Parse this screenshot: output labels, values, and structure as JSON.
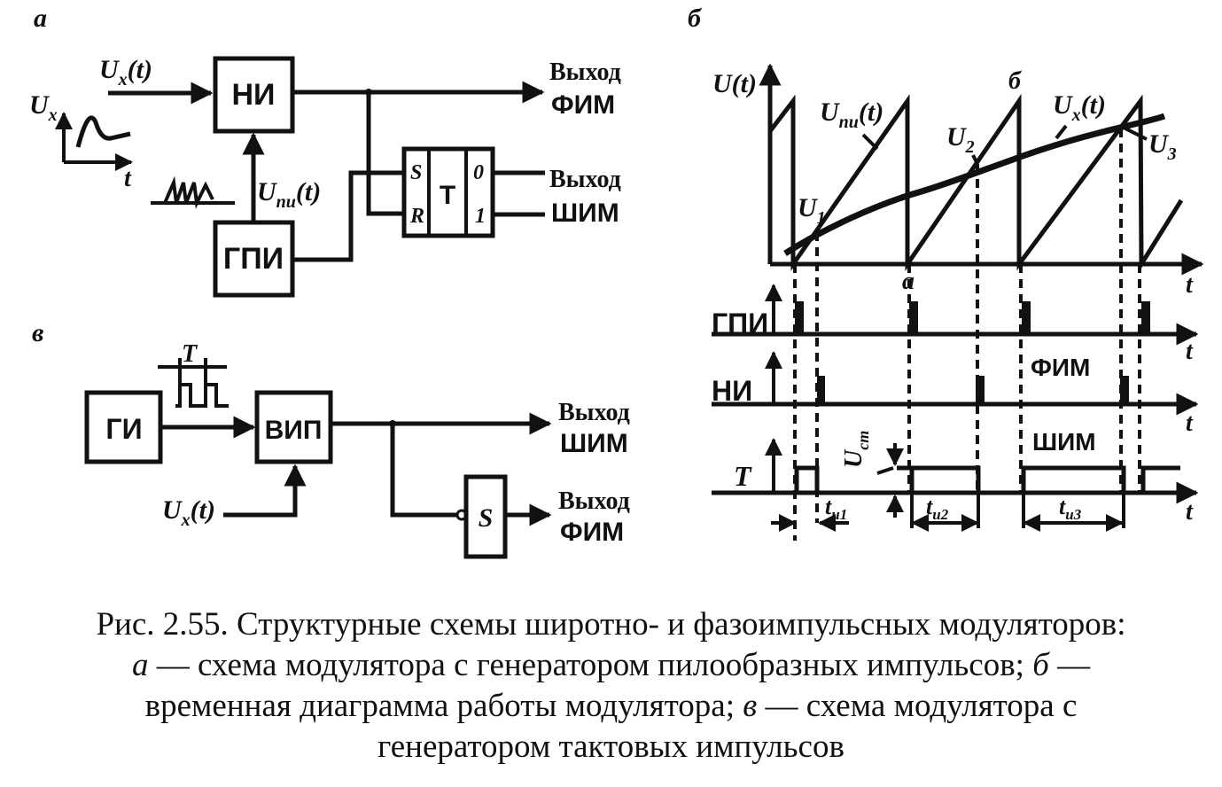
{
  "panels": {
    "a": {
      "label": "а",
      "input_signal": "U",
      "input_signal_sub": "x",
      "input_signal_arg": "(t)",
      "inset_axis_y": "U",
      "inset_axis_y_sub": "x",
      "inset_axis_x": "t",
      "block_ni": "НИ",
      "block_gpi": "ГПИ",
      "ramp_signal": "U",
      "ramp_signal_sub": "пи",
      "ramp_signal_arg": "(t)",
      "trigger": {
        "name": "Т",
        "in_s": "S",
        "in_r": "R",
        "out_0": "0",
        "out_1": "1"
      },
      "output_fim_line1": "Выход",
      "output_fim_line2": "ФИМ",
      "output_shim_line1": "Выход",
      "output_shim_line2": "ШИМ"
    },
    "b": {
      "label": "б",
      "y_axis": "U(t)",
      "ramp_label": "U",
      "ramp_label_sub": "пи",
      "ramp_label_arg": "(t)",
      "signal_label": "U",
      "signal_label_sub": "x",
      "signal_label_arg": "(t)",
      "point_u1": "U",
      "point_u1_sub": "1",
      "point_u2": "U",
      "point_u2_sub": "2",
      "point_u3": "U",
      "point_u3_sub": "3",
      "mark_a": "а",
      "mark_b": "б",
      "t_axis": "t",
      "row_gpi": "ГПИ",
      "row_ni": "НИ",
      "row_t": "Т",
      "fim_label": "ФИМ",
      "shim_label": "ШИМ",
      "u_st": "U",
      "u_st_sub": "ст",
      "ti1": "t",
      "ti1_sub": "и1",
      "ti2": "t",
      "ti2_sub": "и2",
      "ti3": "t",
      "ti3_sub": "и3"
    },
    "v": {
      "label": "в",
      "block_gi": "ГИ",
      "block_vip": "ВИП",
      "block_s": "S",
      "period": "T",
      "input_signal": "U",
      "input_signal_sub": "x",
      "input_signal_arg": "(t)",
      "output_shim_line1": "Выход",
      "output_shim_line2": "ШИМ",
      "output_fim_line1": "Выход",
      "output_fim_line2": "ФИМ"
    }
  },
  "caption": {
    "line1": "Рис. 2.55. Структурные схемы широтно- и фазоимпульсных модуляторов:",
    "a_letter": "а",
    "line2_rest": " — схема модулятора с генератором пилообразных импульсов; ",
    "b_letter": "б",
    "line2_end": " —",
    "line3_start": "временная диаграмма работы модулятора; ",
    "v_letter": "в",
    "line3_rest": " — схема модулятора с",
    "line4": "генератором тактовых импульсов"
  }
}
